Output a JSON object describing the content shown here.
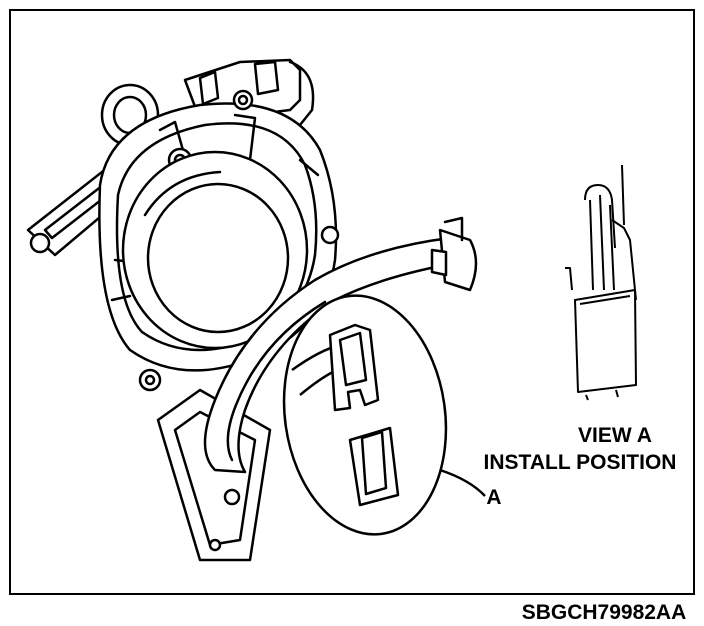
{
  "figure": {
    "view_title": "VIEW A",
    "view_subtitle": "INSTALL POSITION",
    "callout_letter": "A",
    "reference_code": "SBGCH79982AA"
  },
  "colors": {
    "line": "#000000",
    "background": "#ffffff"
  }
}
